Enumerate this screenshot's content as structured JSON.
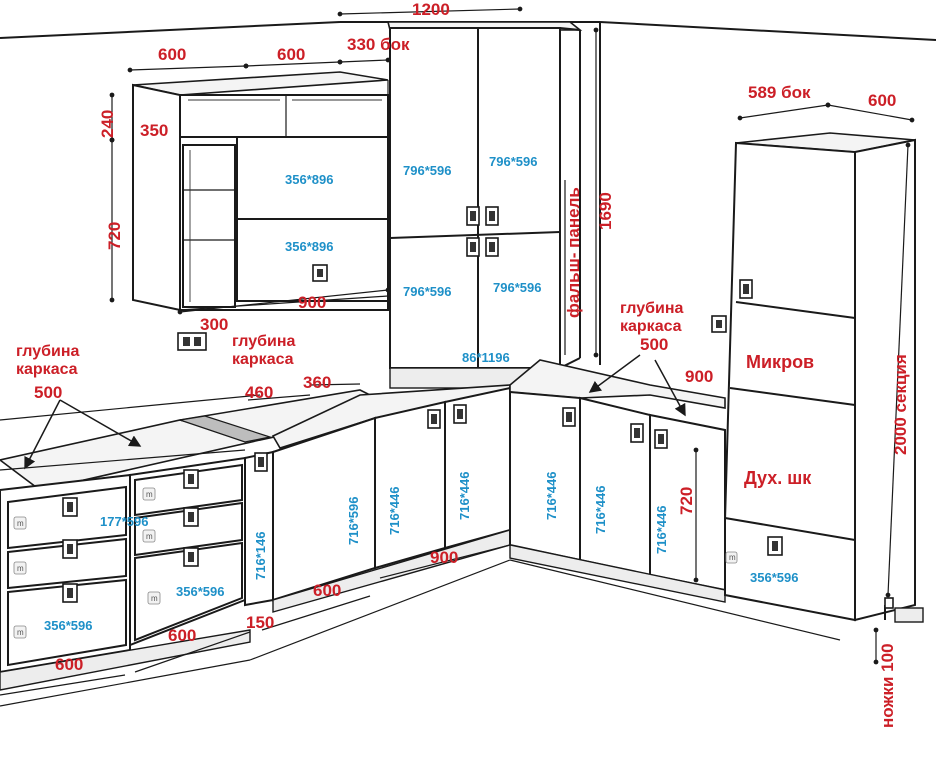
{
  "diagram": {
    "dims_top": {
      "width_1200": "1200",
      "upper_600_left": "600",
      "upper_600_right": "600",
      "upper_330_bok": "330 бок",
      "upper_240": "240",
      "upper_350": "350",
      "upper_720": "720",
      "upper_900": "900",
      "upper_300": "300",
      "tall_1690": "1690",
      "false_panel": "фальш- панель",
      "tall_589_bok": "589 бок",
      "tall_600": "600",
      "tall_2000": "2000 секция",
      "legs": "ножки 100"
    },
    "labels": {
      "depth_left_1": "глубина",
      "depth_left_2": "каркаса",
      "depth_left_val": "500",
      "depth_mid_1": "глубина",
      "depth_mid_2": "каркаса",
      "depth_right_1": "глубина",
      "depth_right_2": "каркаса",
      "depth_right_val": "500",
      "d_460": "460",
      "d_360": "360",
      "d_900_right": "900",
      "d_720_right": "720",
      "micro": "Микров",
      "oven": "Дух. шк"
    },
    "dims_bottom": {
      "b600_a": "600",
      "b600_b": "600",
      "b600_c": "600",
      "b150": "150",
      "b900": "900"
    },
    "facades": {
      "upper_1": "356*896",
      "upper_2": "356*896",
      "tall_tl": "796*596",
      "tall_tr": "796*596",
      "tall_bl": "796*596",
      "tall_br": "796*596",
      "tall_bottom": "86*1196",
      "drawer_177": "177*596",
      "drawer_356_a": "356*596",
      "drawer_356_b": "356*596",
      "narrow_716_146": "716*146",
      "door_716_596": "716*596",
      "door_716_446_a": "716*446",
      "door_716_446_b": "716*446",
      "door_716_446_c": "716*446",
      "door_716_446_d": "716*446",
      "door_716_446_e": "716*446",
      "oven_drawer": "356*596"
    },
    "colors": {
      "dimension_text": "#cc1f27",
      "facade_text": "#1e90c8",
      "lines": "#1a1a1a"
    }
  }
}
